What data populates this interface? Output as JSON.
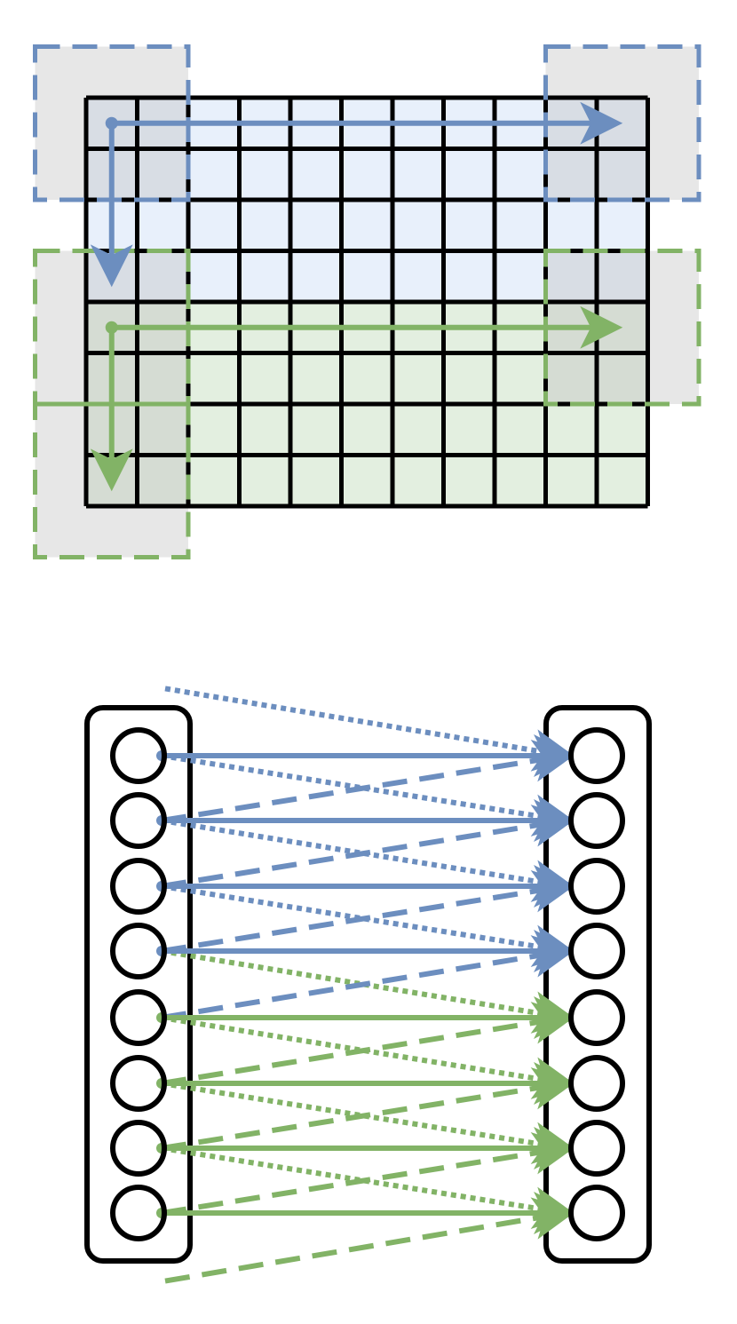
{
  "grid": {
    "rows": 8,
    "cols": 11,
    "top_group": {
      "color": "#6c8ebf",
      "fill": "#e8f0fb",
      "rows": [
        0,
        1,
        2,
        3
      ]
    },
    "bottom_group": {
      "color": "#82b366",
      "fill": "#e3efe0",
      "rows": [
        4,
        5,
        6,
        7
      ]
    },
    "kernel_fill": "#b9b9b9"
  },
  "network": {
    "input_nodes": 8,
    "output_nodes": 8,
    "top_group": {
      "color": "#6c8ebf",
      "nodes": [
        0,
        1,
        2,
        3
      ]
    },
    "bottom_group": {
      "color": "#82b366",
      "nodes": [
        4,
        5,
        6,
        7
      ]
    }
  }
}
